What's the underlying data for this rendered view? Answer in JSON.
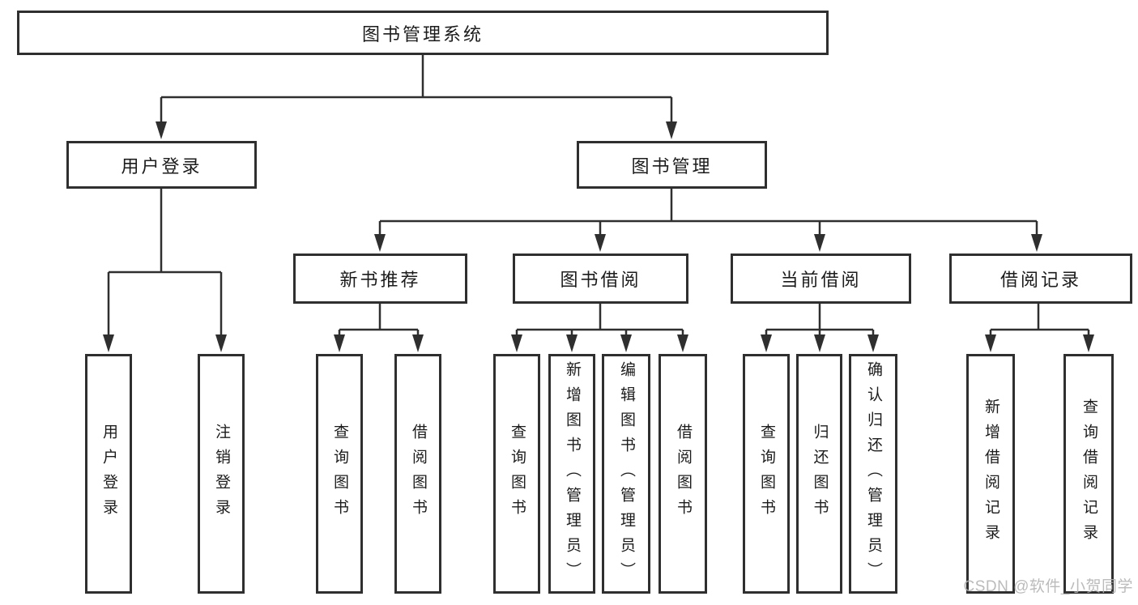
{
  "tree": {
    "label": "图书管理系统",
    "children": [
      {
        "label": "用户登录",
        "children": [
          {
            "label": "用户登录"
          },
          {
            "label": "注销登录"
          }
        ]
      },
      {
        "label": "图书管理",
        "children": [
          {
            "label": "新书推荐",
            "children": [
              {
                "label": "查询图书"
              },
              {
                "label": "借阅图书"
              }
            ]
          },
          {
            "label": "图书借阅",
            "children": [
              {
                "label": "查询图书"
              },
              {
                "label": "新增图书（管理员）"
              },
              {
                "label": "编辑图书（管理员）"
              },
              {
                "label": "借阅图书"
              }
            ]
          },
          {
            "label": "当前借阅",
            "children": [
              {
                "label": "查询图书"
              },
              {
                "label": "归还图书"
              },
              {
                "label": "确认归还（管理员）"
              }
            ]
          },
          {
            "label": "借阅记录",
            "children": [
              {
                "label": "新增借阅记录"
              },
              {
                "label": "查询借阅记录"
              }
            ]
          }
        ]
      }
    ]
  },
  "watermark": {
    "text": "CSDN @软件_小贺同学"
  },
  "colors": {
    "line": "#2f2f2f",
    "text": "#1c1c1c",
    "watermark": "#b2b2b2",
    "background": "#ffffff"
  }
}
